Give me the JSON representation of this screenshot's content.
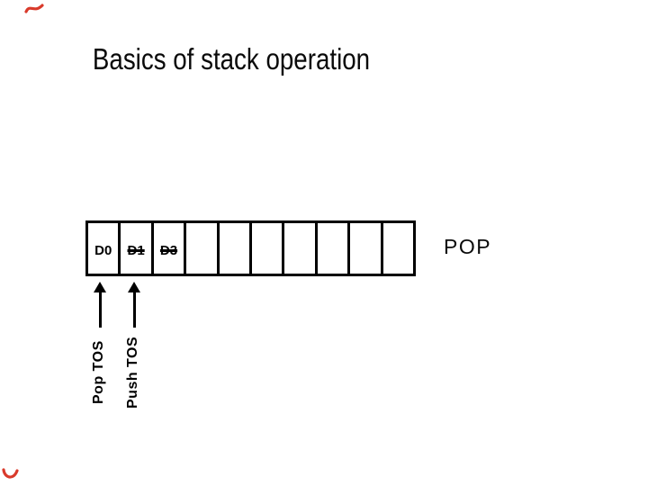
{
  "slide": {
    "title": "Basics of stack operation",
    "operation_label": "POP"
  },
  "stack": {
    "cells": [
      {
        "label": "D0",
        "struck": false
      },
      {
        "label": "D1",
        "struck": true
      },
      {
        "label": "D3",
        "struck": true
      },
      {
        "label": "",
        "struck": false
      },
      {
        "label": "",
        "struck": false
      },
      {
        "label": "",
        "struck": false
      },
      {
        "label": "",
        "struck": false
      },
      {
        "label": "",
        "struck": false
      },
      {
        "label": "",
        "struck": false
      },
      {
        "label": "",
        "struck": false
      }
    ]
  },
  "pointers": [
    {
      "label": "Pop TOS",
      "target_cell": 0
    },
    {
      "label": "Push TOS",
      "target_cell": 1
    }
  ],
  "colors": {
    "ink": "#000000",
    "background": "#ffffff",
    "accent_red": "#d93a2b"
  }
}
